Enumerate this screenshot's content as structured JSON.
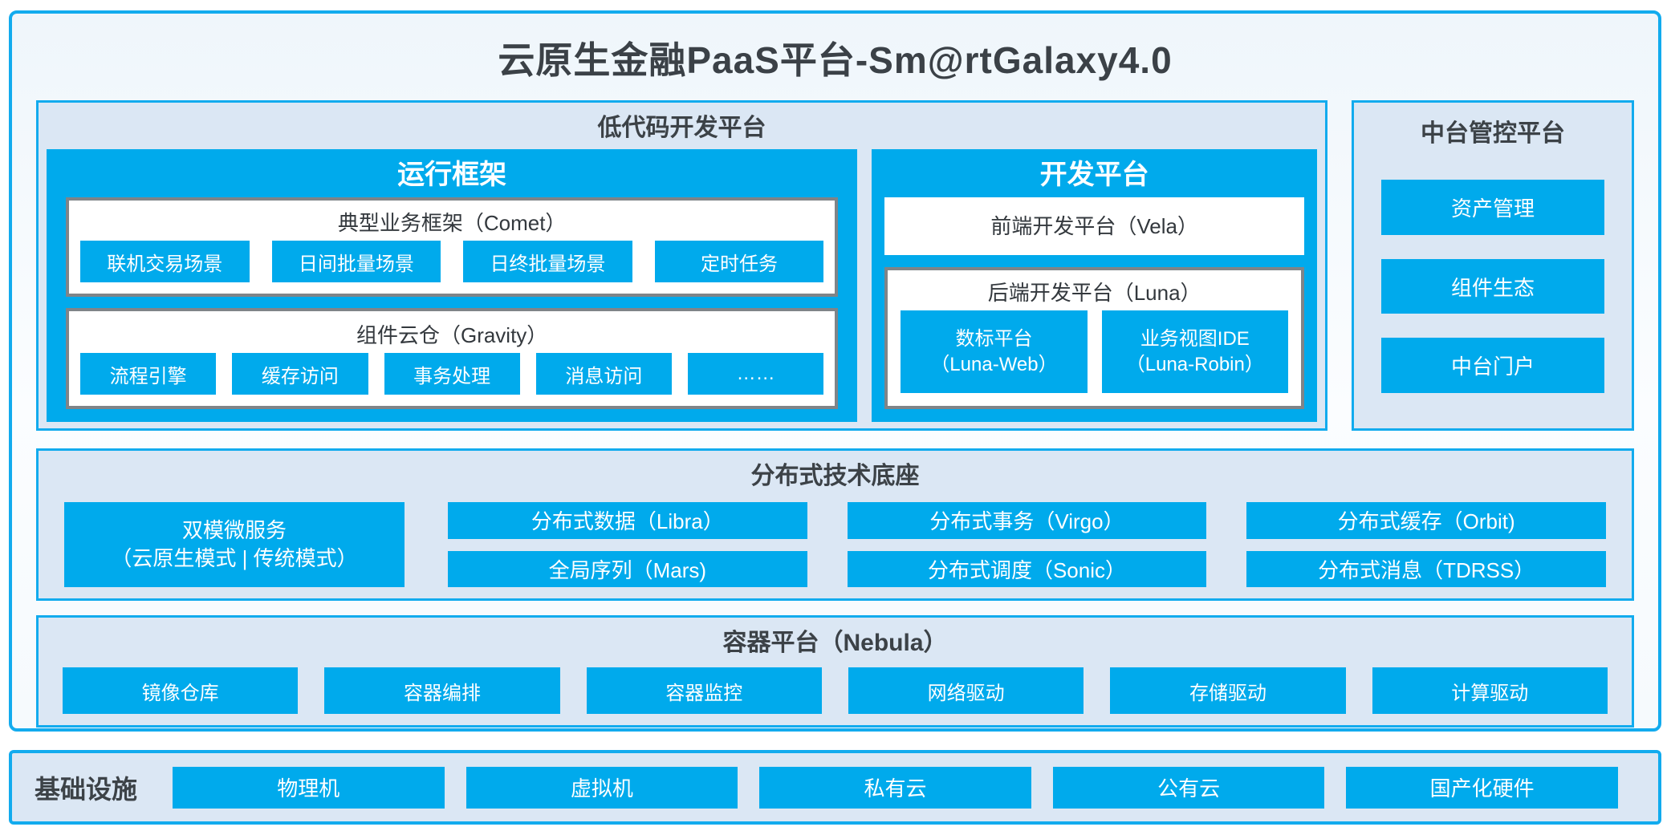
{
  "title": "云原生金融PaaS平台-Sm@rtGalaxy4.0",
  "colors": {
    "accent_blue": "#00aaec",
    "border_blue": "#12abee",
    "light_panel": "#dbe7f4",
    "gray_border": "#7f8488",
    "dark_text": "#3c4247"
  },
  "low_code": {
    "label": "低代码开发平台",
    "runtime": {
      "title": "运行框架",
      "comet": {
        "title": "典型业务框架（Comet）",
        "chips": [
          "联机交易场景",
          "日间批量场景",
          "日终批量场景",
          "定时任务"
        ]
      },
      "gravity": {
        "title": "组件云仓（Gravity）",
        "chips": [
          "流程引擎",
          "缓存访问",
          "事务处理",
          "消息访问",
          "……"
        ]
      }
    },
    "dev": {
      "title": "开发平台",
      "vela": "前端开发平台（Vela）",
      "luna": {
        "title": "后端开发平台（Luna）",
        "chips": [
          {
            "line1": "数标平台",
            "line2": "（Luna-Web）"
          },
          {
            "line1": "业务视图IDE",
            "line2": "（Luna-Robin）"
          }
        ]
      }
    }
  },
  "midplatform": {
    "label": "中台管控平台",
    "items": [
      "资产管理",
      "组件生态",
      "中台门户"
    ]
  },
  "distributed": {
    "label": "分布式技术底座",
    "dual_mode": {
      "line1": "双模微服务",
      "line2": "（云原生模式 | 传统模式）"
    },
    "grid": [
      [
        "分布式数据（Libra）",
        "分布式事务（Virgo）",
        "分布式缓存（Orbit)"
      ],
      [
        "全局序列（Mars)",
        "分布式调度（Sonic）",
        "分布式消息（TDRSS）"
      ]
    ]
  },
  "container": {
    "label": "容器平台（Nebula）",
    "chips": [
      "镜像仓库",
      "容器编排",
      "容器监控",
      "网络驱动",
      "存储驱动",
      "计算驱动"
    ]
  },
  "infrastructure": {
    "label": "基础设施",
    "chips": [
      "物理机",
      "虚拟机",
      "私有云",
      "公有云",
      "国产化硬件"
    ]
  }
}
